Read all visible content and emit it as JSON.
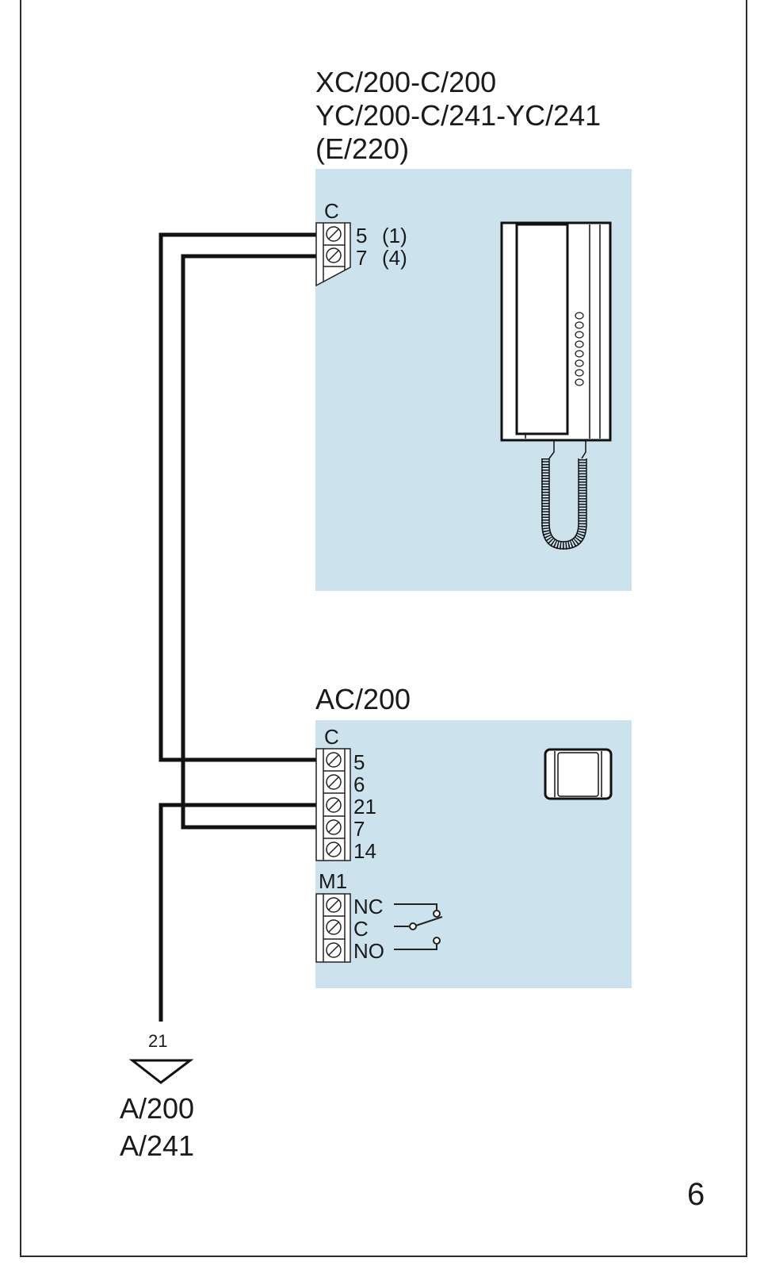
{
  "page_number": "6",
  "monitor_unit": {
    "title_lines": [
      "XC/200-C/200",
      "YC/200-C/241-YC/241",
      "(E/220)"
    ],
    "terminal_block_label": "C",
    "terminals": [
      {
        "number": "5",
        "alt": "(1)"
      },
      {
        "number": "7",
        "alt": "(4)"
      }
    ]
  },
  "relay_unit": {
    "title": "AC/200",
    "terminal_block_label": "C",
    "terminals": [
      "5",
      "6",
      "21",
      "7",
      "14"
    ],
    "relay_block_label": "M1",
    "relay_terminals": [
      "NC",
      "C",
      "NO"
    ]
  },
  "door_panel": {
    "terminal": "21",
    "model_lines": [
      "A/200",
      "A/241"
    ]
  }
}
